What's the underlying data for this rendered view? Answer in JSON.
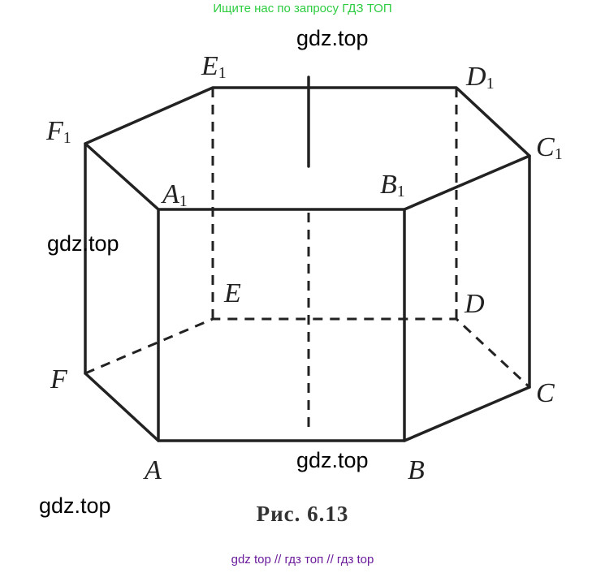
{
  "banner": "Ищите нас по запросу ГДЗ ТОП",
  "watermarks": [
    "gdz.top",
    "gdz.top",
    "gdz.top",
    "gdz.top"
  ],
  "caption": "Рис. 6.13",
  "footer": "gdz top  //  гдз топ  //  гдз top",
  "vertices": {
    "A": "A",
    "B": "B",
    "C": "C",
    "D": "D",
    "E": "E",
    "F": "F",
    "A1": "A",
    "B1": "B",
    "C1": "C",
    "D1": "D",
    "E1": "E",
    "F1": "F",
    "sub": "1"
  },
  "colors": {
    "banner": "#2ecc40",
    "footer": "#6a1b9a",
    "lines": "#222222"
  }
}
